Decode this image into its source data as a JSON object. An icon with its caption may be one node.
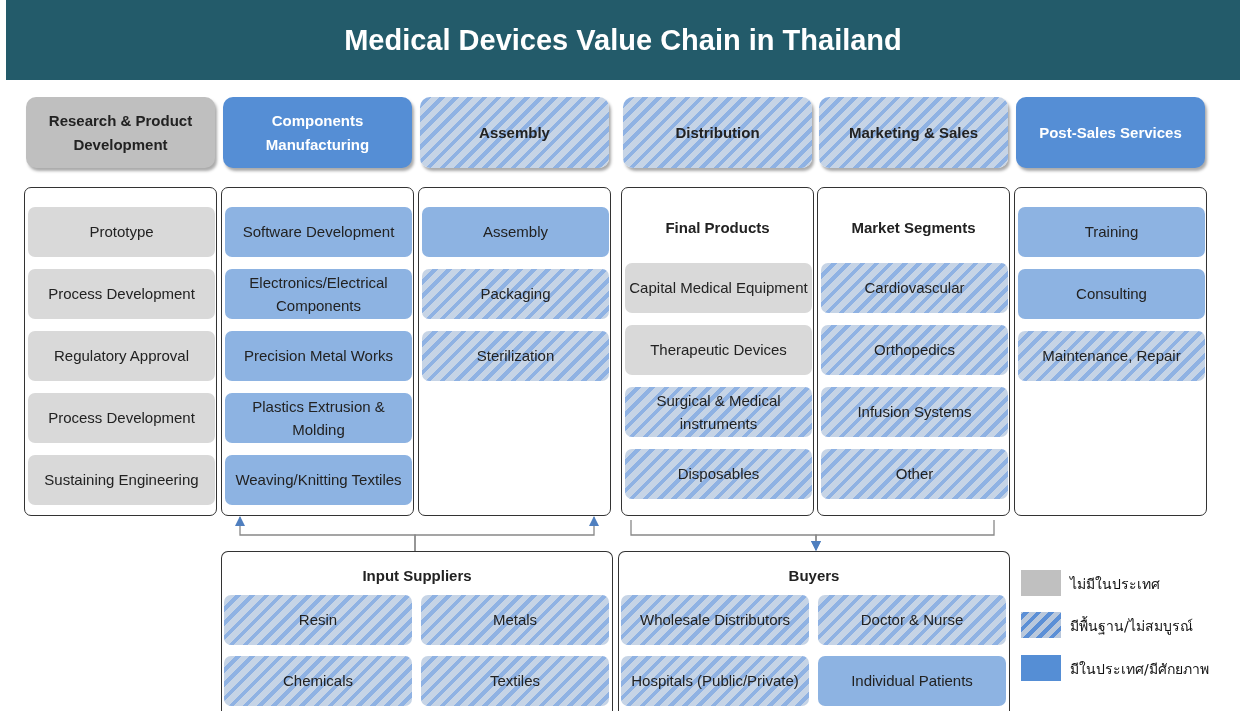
{
  "diagram": {
    "title": "Medical Devices Value Chain in Thailand",
    "nodes": [
      {
        "text": [
          "Research & Product Development"
        ]
      },
      {
        "text": [
          "Components Manufacturing"
        ]
      },
      {
        "text": [
          "Assembly"
        ]
      },
      {
        "text": [
          "Distribution"
        ]
      },
      {
        "text": [
          "Marketing & Sales"
        ]
      },
      {
        "text": [
          "Post-Sales Services"
        ]
      },
      {
        "text": [],
        "shape": "box"
      },
      {
        "text": [
          "Prototype"
        ],
        "in": 6
      },
      {
        "text": [
          "Process Development"
        ],
        "in": 6
      },
      {
        "text": [
          "Regulatory Approval"
        ],
        "in": 6
      },
      {
        "text": [
          "Process Development"
        ],
        "in": 6
      },
      {
        "text": [
          "Sustaining Engineering"
        ],
        "in": 6
      },
      {
        "text": [],
        "shape": "box"
      },
      {
        "text": [
          "Software Development"
        ],
        "in": 12
      },
      {
        "text": [
          "Electronics/Electrical Components"
        ],
        "in": 12
      },
      {
        "text": [
          "Precision Metal Works"
        ],
        "in": 12
      },
      {
        "text": [
          "Plastics Extrusion & Molding"
        ],
        "in": 12
      },
      {
        "text": [
          "Weaving/Knitting Textiles"
        ],
        "in": 12
      },
      {
        "text": [],
        "shape": "box"
      },
      {
        "text": [
          "Assembly"
        ],
        "in": 18
      },
      {
        "text": [
          "Packaging"
        ],
        "in": 18
      },
      {
        "text": [
          "Sterilization"
        ],
        "in": 18
      },
      {
        "text": [
          "Final Products"
        ]
      },
      {
        "text": [
          "Capital Medical Equipment"
        ],
        "in": 22
      },
      {
        "text": [
          "Therapeutic Devices"
        ],
        "in": 22
      },
      {
        "text": [
          "Surgical & Medical instruments"
        ],
        "in": 22
      },
      {
        "text": [
          "Disposables"
        ],
        "in": 22
      },
      {
        "text": [
          "Market Segments"
        ]
      },
      {
        "text": [
          "Cardiovascular"
        ],
        "in": 27
      },
      {
        "text": [
          "Orthopedics"
        ],
        "in": 27
      },
      {
        "text": [
          "Infusion Systems"
        ],
        "in": 27
      },
      {
        "text": [
          "Other"
        ],
        "in": 27
      },
      {
        "text": [],
        "shape": "box"
      },
      {
        "text": [
          "Training"
        ],
        "in": 32
      },
      {
        "text": [
          "Consulting"
        ],
        "in": 32
      },
      {
        "text": [
          "Maintenance, Repair"
        ],
        "in": 32
      },
      {
        "text": [
          "Input Suppliers"
        ]
      },
      {
        "text": [
          "Resin"
        ],
        "in": 36
      },
      {
        "text": [
          "Metals"
        ],
        "in": 36
      },
      {
        "text": [
          "Chemicals"
        ],
        "in": 36
      },
      {
        "text": [
          "Textiles"
        ],
        "in": 36
      },
      {
        "text": [
          "Buyers"
        ]
      },
      {
        "text": [
          "Wholesale Distributors"
        ],
        "in": 41
      },
      {
        "text": [
          "Doctor & Nurse"
        ],
        "in": 41
      },
      {
        "text": [
          "Hospitals (Public/Private)"
        ],
        "in": 41
      },
      {
        "text": [
          "Individual Patients"
        ],
        "in": 41
      }
    ],
    "edges": [
      {
        "from": 36,
        "to": 12,
        "arrow": "to"
      },
      {
        "from": 36,
        "to": 18,
        "arrow": "to"
      },
      {
        "from": 22,
        "to": 41,
        "arrow": "to"
      },
      {
        "from": 27,
        "to": 41,
        "arrow": "to"
      }
    ],
    "legend": [
      {
        "text": "ไม่มีในประเทศ",
        "color": "#c0c0c0"
      },
      {
        "text": "มีพื้นฐาน/ไม่สมบูรณ์"
      },
      {
        "text": "มีในประเทศ/มีศักยภาพ",
        "color": "#558ed5"
      }
    ]
  }
}
